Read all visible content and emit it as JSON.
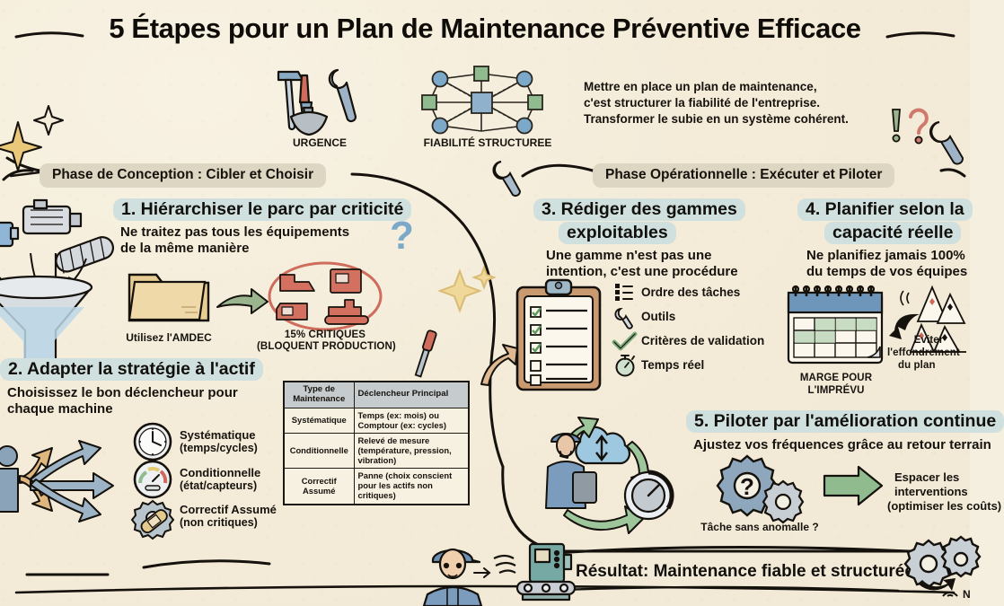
{
  "title": "5 Étapes pour un Plan de Maintenance Préventive Efficace",
  "header": {
    "urgence_caption": "URGENCE",
    "fiabilite_caption": "FIABILITÉ STRUCTUREE",
    "intro_line1": "Mettre en place un plan de maintenance,",
    "intro_line2": "c'est structurer la fiabilité de l'entreprise.",
    "intro_line3": "Transformer le subie en un système cohérent."
  },
  "phases": {
    "left": "Phase de Conception : Cibler et Choisir",
    "right": "Phase Opérationnelle : Exécuter et Piloter"
  },
  "steps": {
    "s1": {
      "heading": "1. Hiérarchiser le parc par criticité",
      "sub_line1": "Ne traitez pas tous les équipements",
      "sub_line2": "de la même manière",
      "amdec_caption": "Utilisez l'AMDEC",
      "critical_line1": "15% CRITIQUES",
      "critical_line2": "(BLOQUENT PRODUCTION)"
    },
    "s2": {
      "heading": "2. Adapter la stratégie à l'actif",
      "sub_line1": "Choisissez le bon déclencheur pour",
      "sub_line2": "chaque machine",
      "options": [
        {
          "name": "Systématique",
          "detail": "(temps/cycles)",
          "icon": "clock-icon"
        },
        {
          "name": "Conditionnelle",
          "detail": "(état/capteurs)",
          "icon": "gauge-icon"
        },
        {
          "name": "Correctif Assumé",
          "detail": "(non critiques)",
          "icon": "gear-bandage-icon"
        }
      ]
    },
    "s3": {
      "heading_line1": "3. Rédiger des gammes",
      "heading_line2": "exploitables",
      "sub_line1": "Une gamme n'est pas une",
      "sub_line2": "intention, c'est une procédure",
      "items": [
        {
          "label": "Ordre des tâches",
          "icon": "ordered-list-icon"
        },
        {
          "label": "Outils",
          "icon": "wrench-icon"
        },
        {
          "label": "Critères de validation",
          "icon": "check-icon"
        },
        {
          "label": "Temps réel",
          "icon": "stopwatch-icon"
        }
      ]
    },
    "s4": {
      "heading_line1": "4. Planifier selon la",
      "heading_line2": "capacité réelle",
      "sub_line1": "Ne planifiez jamais 100%",
      "sub_line2": "du temps de vos équipes",
      "calendar_caption_line1": "MARGE POUR",
      "calendar_caption_line2": "L'IMPRÉVU",
      "cards_caption_line1": "Éviter",
      "cards_caption_line2": "l'effondrement",
      "cards_caption_line3": "du plan"
    },
    "s5": {
      "heading": "5. Piloter par l'amélioration continue",
      "sub": "Ajustez vos fréquences grâce au retour terrain",
      "question": "Tâche sans anomalle ?",
      "outcome_line1": "Espacer les",
      "outcome_line2": "interventions",
      "outcome_line3": "(optimiser les coûts)"
    }
  },
  "matrix": {
    "headers": [
      "Type de Maintenance",
      "Déclencheur Principal"
    ],
    "header_c0_line1": "Type de",
    "header_c0_line2": "Maintenance",
    "rows": [
      {
        "type": "Systématique",
        "trigger": "Temps (ex: mois) ou Comptour (ex: cycles)"
      },
      {
        "type": "Conditionnelle",
        "trigger": "Relevé de mesure (température, pression, vibration)"
      },
      {
        "type": "Correctif Assumé",
        "trigger": "Panne (choix conscient pour les actifs non critiques)"
      }
    ]
  },
  "result": "Résultat: Maintenance fiable et structurée.",
  "colors": {
    "paper": "#f3ebd8",
    "ink": "#15110c",
    "highlight_step": "#cfe0de",
    "highlight_phase": "#ddd6c2",
    "blue": "#7ca8c9",
    "green": "#8fbb8e",
    "red": "#d0685a",
    "tan": "#e3c98b"
  }
}
